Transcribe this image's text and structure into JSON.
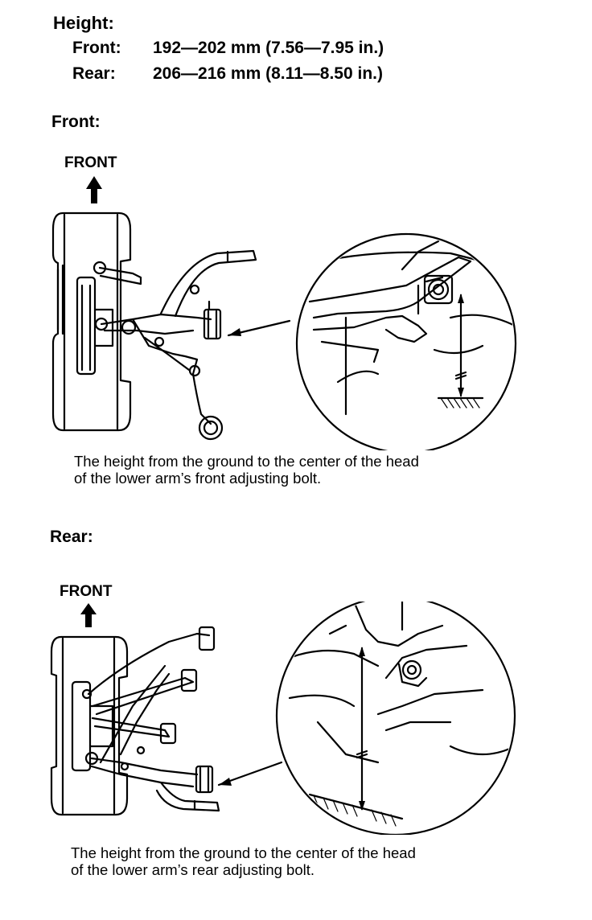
{
  "heading": "Height:",
  "specs": [
    {
      "label": "Front:",
      "value": "192—202 mm (7.56—7.95 in.)"
    },
    {
      "label": "Rear:",
      "value": "206—216 mm (8.11—8.50 in.)"
    }
  ],
  "front": {
    "section_title": "Front:",
    "arrow_label": "FRONT",
    "caption_line1": "The height from the ground to the center of the head",
    "caption_line2": "of the lower arm’s front adjusting bolt."
  },
  "rear": {
    "section_title": "Rear:",
    "arrow_label": "FRONT",
    "caption_line1": "The height from the ground to the center of the head",
    "caption_line2": "of the lower arm’s rear adjusting bolt."
  }
}
